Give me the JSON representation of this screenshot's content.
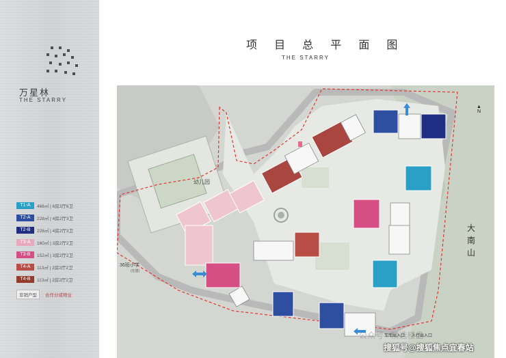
{
  "brand": {
    "name_cn": "万星林",
    "name_en": "THE STARRY"
  },
  "header": {
    "title_cn": "项 目 总 平 面 图",
    "title_en": "THE STARRY"
  },
  "legend": [
    {
      "code": "T1-A",
      "text": "466㎡ | 6房3厅6卫",
      "color": "#2aa0c7"
    },
    {
      "code": "T2-A",
      "text": "228㎡ | 4房2厅3卫",
      "color": "#2e4ea0"
    },
    {
      "code": "T2-B",
      "text": "228㎡ | 4房2厅3卫",
      "color": "#1f2d82"
    },
    {
      "code": "T3-A",
      "text": "160㎡ | 3房2厅2卫",
      "color": "#e8a9bd"
    },
    {
      "code": "T3-B",
      "text": "152㎡ | 3房2厅2卫",
      "color": "#d54f85"
    },
    {
      "code": "T4-A",
      "text": "113㎡ | 2房2厅2卫",
      "color": "#b84d45"
    },
    {
      "code": "T4-B",
      "text": "113㎡ | 2房2厅2卫",
      "color": "#953a2e"
    }
  ],
  "legend_notes": {
    "non_sale": "非销户型",
    "cooperation": "合作分成物业"
  },
  "map": {
    "mountain": "大南山",
    "school": "36班小学",
    "school_sub": "(在建)",
    "kindergarten": "幼儿园",
    "entrance_pedestrian": "人行出入口",
    "entrance_vehicle": "车库出入口",
    "north": "N"
  },
  "watermark": {
    "text": "搜狐号@搜狐焦点宜春站",
    "faint": "公众号 · 精选楼盘"
  }
}
